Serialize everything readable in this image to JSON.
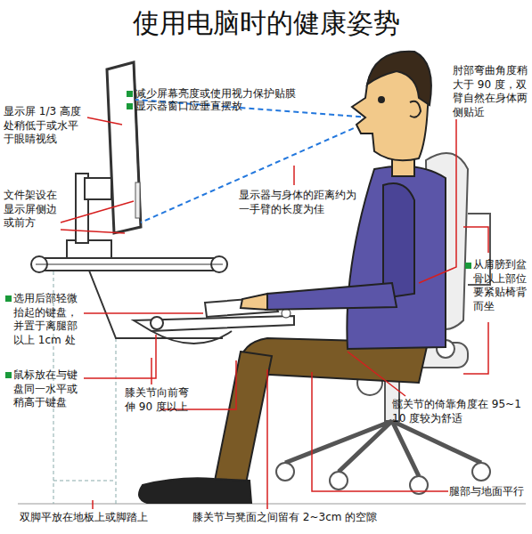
{
  "diagram": {
    "title": "使用电脑时的健康姿势",
    "labels": [
      "减少屏幕亮度或使用视力保护贴膜",
      "显示器窗口应垂直摆放",
      "显示屏 1/3 高度处稍低于或水平于眼睛视线",
      "肘部弯曲角度稍大于 90 度，双臂自然在身体两侧贴近",
      "文件架设在显示屏侧边或前方",
      "显示器与身体的距离约为一手臂的长度为佳",
      "从肩膀到盆骨以上部位要紧贴椅背而坐",
      "选用后部轻微抬起的键盘，并置于离腿部以上 1cm 处",
      "鼠标放在与键盘同一水平或稍高于键盘",
      "膝关节向前弯伸 90 度以上",
      "髋关节的倚靠角度在 95~110 度较为舒适",
      "腿部与地面平行",
      "双脚平放在地板上或脚踏上",
      "膝关节与凳面之间留有 2~3cm 的空隙"
    ]
  }
}
